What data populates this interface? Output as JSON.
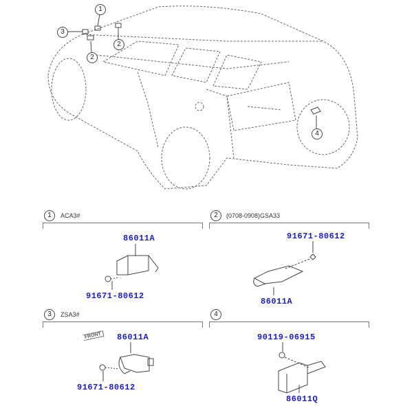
{
  "car": {
    "callouts": [
      "1",
      "2",
      "2",
      "3",
      "4"
    ]
  },
  "sections": [
    {
      "number": "1",
      "label": "ACA3#",
      "parts": [
        "86011A",
        "91671-80612"
      ]
    },
    {
      "number": "2",
      "label": "(0708-0908)GSA33",
      "parts": [
        "91671-80612",
        "86011A"
      ]
    },
    {
      "number": "3",
      "label": "ZSA3#",
      "parts": [
        "86011A",
        "91671-80612"
      ],
      "arrow": "FRONT"
    },
    {
      "number": "4",
      "label": "",
      "parts": [
        "90119-06915",
        "86011Q"
      ]
    }
  ],
  "colors": {
    "part_number": "#1a1acc",
    "line": "#555555"
  }
}
